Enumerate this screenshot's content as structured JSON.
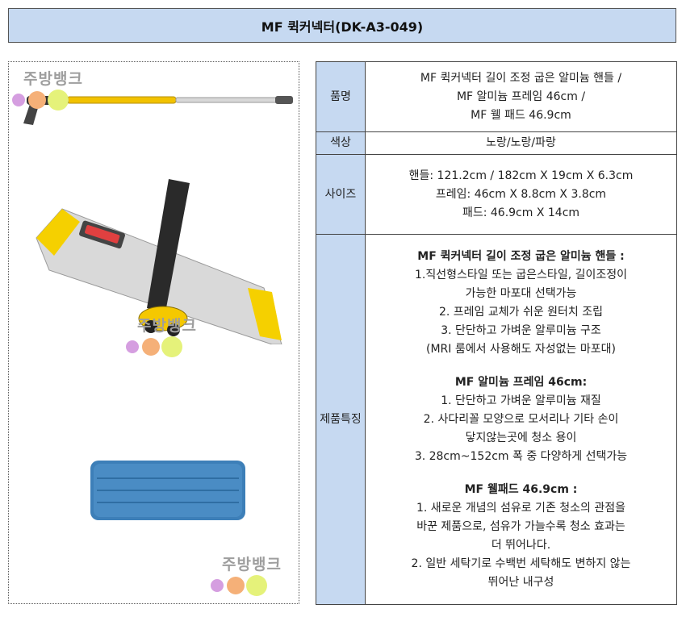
{
  "title": "MF 퀵커넥터(DK-A3-049)",
  "watermark_text": "주방뱅크",
  "table": {
    "name_label": "품명",
    "name_lines": [
      "MF 퀵커넥터 길이 조정 굽은 알미늄 핸들 /",
      "MF 알미늄 프레임 46cm /",
      "MF 웰 패드 46.9cm"
    ],
    "color_label": "색상",
    "color_value": "노랑/노랑/파랑",
    "size_label": "사이즈",
    "size_lines": [
      "핸들: 121.2cm / 182cm X 19cm X 6.3cm",
      "프레임: 46cm X 8.8cm X 3.8cm",
      "패드:  46.9cm X 14cm"
    ],
    "feature_label": "제품특징",
    "features": [
      {
        "heading": "MF 퀵커넥터 길이 조정 굽은 알미늄 핸들 :",
        "lines": [
          "1.직선형스타일 또는 굽은스타일, 길이조정이",
          "가능한 마포대 선택가능",
          "2. 프레임 교체가 쉬운 원터치 조립",
          "3. 단단하고 가벼운  알루미늄 구조",
          "(MRI 룸에서 사용해도 자성없는 마포대)"
        ]
      },
      {
        "heading": "MF 알미늄 프레임 46cm:",
        "lines": [
          "1. 단단하고 가벼운 알루미늄 재질",
          "2. 사다리꼴 모양으로 모서리나 기타 손이",
          "닿지않는곳에 청소 용이",
          "3. 28cm~152cm 폭 중 다양하게 선택가능"
        ]
      },
      {
        "heading": "MF 웰패드 46.9cm :",
        "lines": [
          "1. 새로운 개념의 섬유로 기존 청소의 관점을",
          "바꾼 제품으로, 섬유가 가늘수록 청소 효과는",
          "더 뛰어나다.",
          "2. 일반 세탁기로 수백번 세탁해도 변하지 않는",
          "뛰어난 내구성"
        ]
      }
    ]
  },
  "colors": {
    "header_bg": "#c6d9f1",
    "handle_yellow": "#f2c200",
    "pad_blue": "#3d7fb8"
  }
}
